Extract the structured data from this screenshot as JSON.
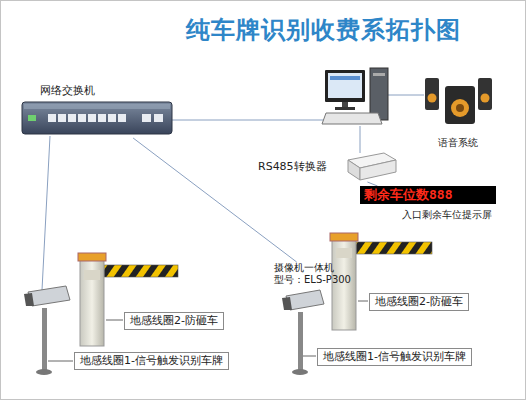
{
  "diagram": {
    "title": "纯车牌识别收费系拓扑图",
    "nodes": [
      {
        "text": [
          "网络交换机"
        ]
      },
      {
        "text": [
          "语音系统"
        ]
      },
      {
        "text": [
          "RS485转换器"
        ]
      },
      {
        "text": [
          "剩余车位数888",
          "入口剩余车位提示屏"
        ]
      },
      {
        "text": [
          "摄像机一体机",
          "型号：ELS-P300"
        ]
      },
      {
        "text": [
          "地感线圈2-防砸车"
        ]
      },
      {
        "text": [
          "地感线圈1-信号触发识别车牌"
        ]
      },
      {
        "text": [
          "地感线圈2-防砸车"
        ]
      },
      {
        "text": [
          "地感线圈1-信号触发识别车牌"
        ]
      }
    ],
    "edges": [
      {
        "from": 0,
        "to": 4,
        "arrow": "none"
      },
      {
        "from": 2,
        "to": 3,
        "arrow": "none"
      }
    ]
  }
}
